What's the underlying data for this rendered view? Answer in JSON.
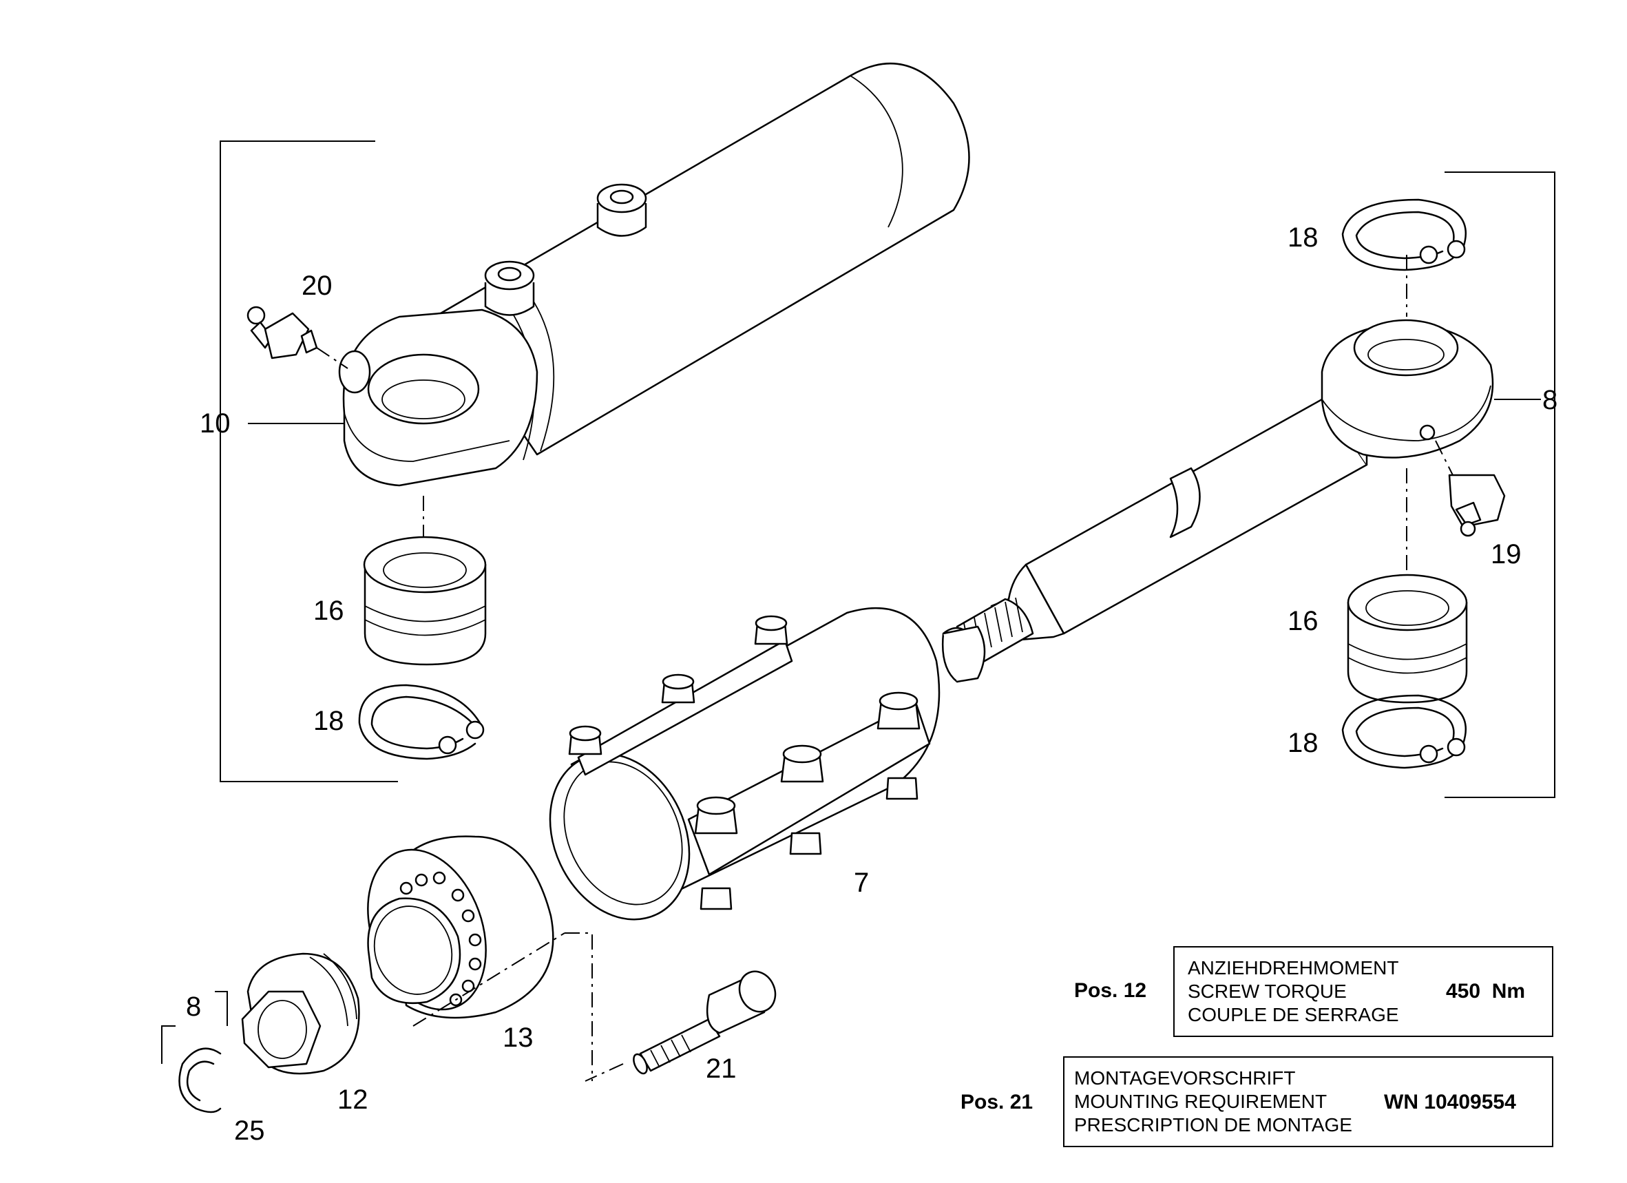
{
  "callouts": {
    "c7": "7",
    "c8_rod": "8",
    "c8_ring": "8",
    "c10": "10",
    "c12": "12",
    "c13": "13",
    "c16_left": "16",
    "c16_right": "16",
    "c18_left": "18",
    "c18_right_top": "18",
    "c18_right_bottom": "18",
    "c19": "19",
    "c20": "20",
    "c21": "21",
    "c25": "25"
  },
  "torque_note": {
    "pos": "Pos. 12",
    "line1": "ANZIEHDREHMOMENT",
    "line2": "SCREW TORQUE",
    "line3": "COUPLE DE SERRAGE",
    "value": "450  Nm"
  },
  "mounting_note": {
    "pos": "Pos. 21",
    "line1": "MONTAGEVORSCHRIFT",
    "line2": "MOUNTING REQUIREMENT",
    "line3": "PRESCRIPTION DE MONTAGE",
    "value": "WN 10409554"
  }
}
